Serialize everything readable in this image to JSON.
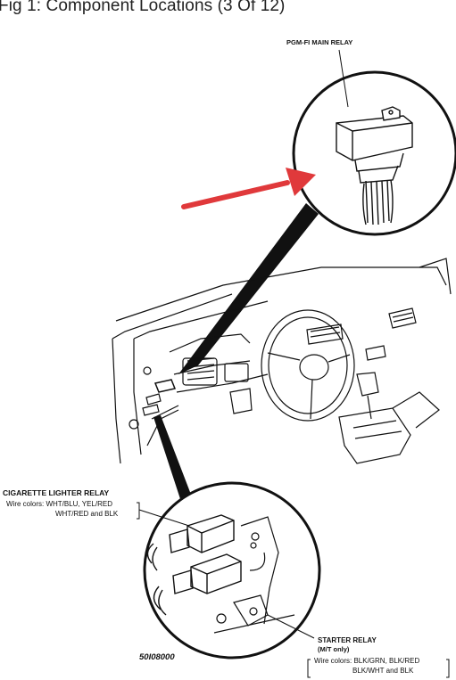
{
  "title": "Fig 1: Component Locations (3 Of 12)",
  "labels": {
    "main_relay": "PGM-FI MAIN RELAY",
    "cig_title": "CIGARETTE LIGHTER RELAY",
    "cig_wires_1": "Wire colors: WHT/BLU, YEL/RED",
    "cig_wires_2": "WHT/RED and BLK",
    "starter_title": "STARTER RELAY",
    "starter_sub": "(M/T only)",
    "starter_wires_1": "Wire colors: BLK/GRN, BLK/RED",
    "starter_wires_2": "BLK/WHT and BLK",
    "figure_code": "50I08000"
  },
  "colors": {
    "arrow": "#e0393b",
    "ink": "#111111"
  }
}
